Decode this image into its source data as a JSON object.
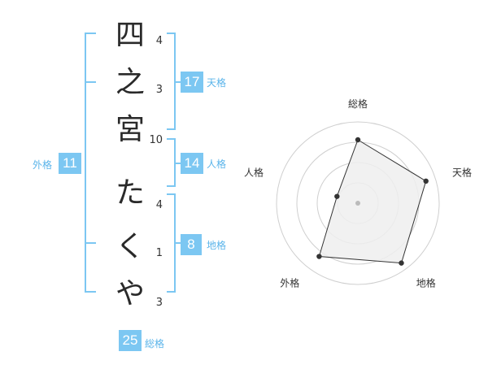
{
  "name": {
    "characters": [
      {
        "char": "四",
        "strokes": "4"
      },
      {
        "char": "之",
        "strokes": "3"
      },
      {
        "char": "宮",
        "strokes": "10"
      },
      {
        "char": "た",
        "strokes": "4"
      },
      {
        "char": "く",
        "strokes": "1"
      },
      {
        "char": "や",
        "strokes": "3"
      }
    ]
  },
  "kaku": {
    "tenkaku": {
      "value": "17",
      "label": "天格"
    },
    "jinkaku": {
      "value": "14",
      "label": "人格"
    },
    "chikaku": {
      "value": "8",
      "label": "地格"
    },
    "gaikaku": {
      "value": "11",
      "label": "外格"
    },
    "soukaku": {
      "value": "25",
      "label": "総格"
    }
  },
  "chart_data": {
    "type": "radar",
    "axes": [
      "総格",
      "天格",
      "地格",
      "外格",
      "人格"
    ],
    "values": [
      0.78,
      0.88,
      0.91,
      0.81,
      0.27
    ],
    "rings": 4,
    "colors": {
      "fill": "#efefef",
      "stroke": "#333333",
      "grid": "#cfcfcf",
      "center": "#bbbbbb"
    }
  }
}
